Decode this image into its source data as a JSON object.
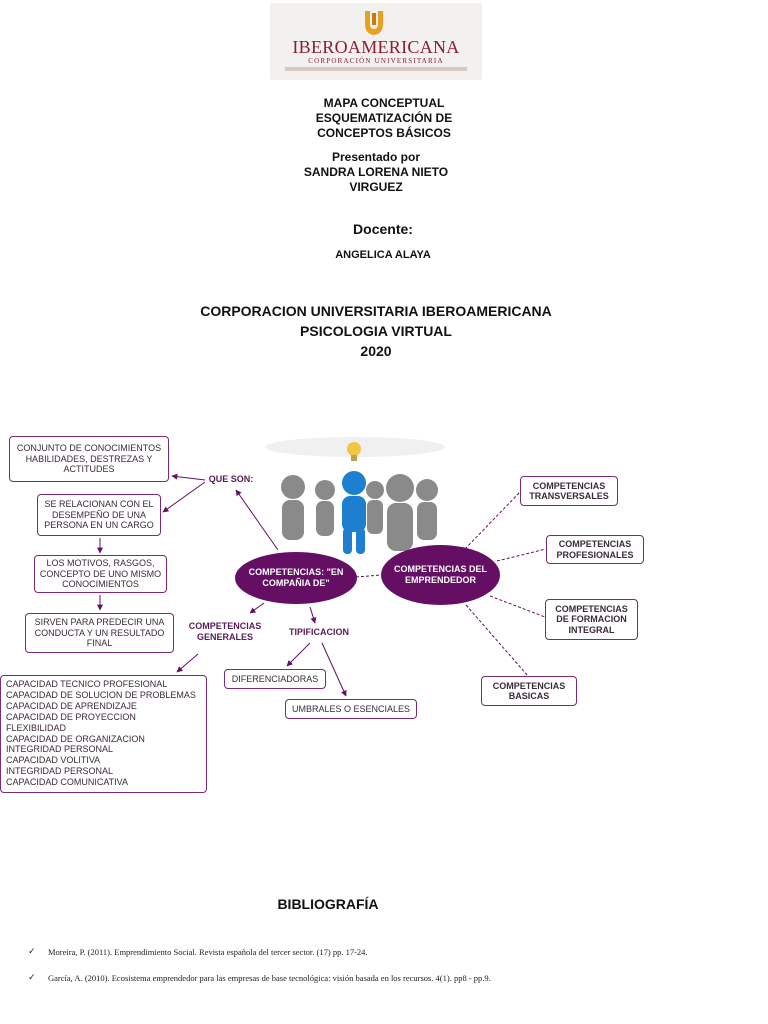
{
  "logo": {
    "name": "IBEROAMERICANA",
    "subtitle": "CORPORACIÓN UNIVERSITARIA"
  },
  "header": {
    "title_lines": [
      "MAPA CONCEPTUAL",
      "ESQUEMATIZACIÓN DE",
      "CONCEPTOS BÁSICOS"
    ],
    "presented_lines": [
      "Presentado por",
      "SANDRA LORENA NIETO",
      "VIRGUEZ"
    ],
    "teacher_label": "Docente:",
    "teacher_name": "ANGELICA ALAYA",
    "institution_lines": [
      "CORPORACION UNIVERSITARIA IBEROAMERICANA",
      "PSICOLOGIA VIRTUAL",
      "2020"
    ]
  },
  "map": {
    "box_conjunto": "CONJUNTO DE CONOCIMIENTOS HABILIDADES, DESTREZAS Y ACTITUDES",
    "box_relacionan": "SE RELACIONAN CON EL DESEMPEÑO DE UNA PERSONA EN UN CARGO",
    "box_motivos": "LOS MOTIVOS, RASGOS, CONCEPTO DE UNO MISMO CONOCIMIENTOS",
    "box_predecir": "SIRVEN PARA PREDECIR UNA CONDUCTA Y UN RESULTADO FINAL",
    "label_que_son": "QUE SON:",
    "ellipse_main": "COMPETENCIAS: \"EN COMPAÑIA DE\"",
    "ellipse_emprendedor": "COMPETENCIAS DEL EMPRENDEDOR",
    "label_generales": "COMPETENCIAS GENERALES",
    "label_tipificacion": "TIPIFICACION",
    "box_diferenciadoras": "DIFERENCIADORAS",
    "box_umbrales": "UMBRALES O ESENCIALES",
    "box_transversales": "COMPETENCIAS TRANSVERSALES",
    "box_profesionales": "COMPETENCIAS PROFESIONALES",
    "box_formacion": "COMPETENCIAS DE FORMACION INTEGRAL",
    "box_basicas": "COMPETENCIAS BASICAS",
    "general_list": [
      "CAPACIDAD TECNICO PROFESIONAL",
      "CAPACIDAD DE SOLUCION DE PROBLEMAS",
      "CAPACIDAD DE APRENDIZAJE",
      "CAPACIDAD DE PROYECCION",
      "FLEXIBILIDAD",
      "CAPACIDAD DE ORGANIZACION",
      "INTEGRIDAD PERSONAL",
      "CAPACIDAD VOLITIVA",
      "INTEGRIDAD PERSONAL",
      "CAPACIDAD COMUNICATIVA"
    ]
  },
  "bibliography": {
    "title": "BIBLIOGRAFÍA",
    "check_glyph": "✓",
    "references": [
      "Moreira, P. (2011). Emprendimiento Social. Revista española del tercer sector. (17) pp. 17-24.",
      "García, A. (2010). Ecosistema emprendedor para las empresas de base tecnológica: visión basada en los recursos. 4(1). pp8 - pp.9."
    ]
  },
  "colors": {
    "primary": "#640f63",
    "logo": "#8a1e2f",
    "logo_u": "#e8a020",
    "figure_blue": "#1e7fd0",
    "figure_gray": "#8a8a8a",
    "bulb": "#f4c542"
  }
}
